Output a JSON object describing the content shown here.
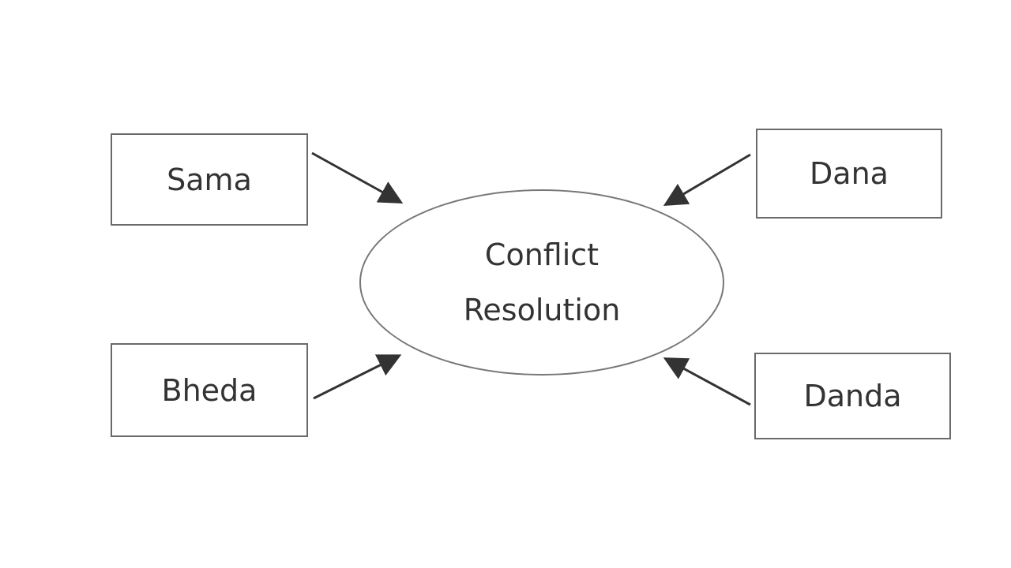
{
  "center": {
    "line1": "Conflict",
    "line2": "Resolution"
  },
  "nodes": {
    "sama": "Sama",
    "dana": "Dana",
    "bheda": "Bheda",
    "danda": "Danda"
  }
}
